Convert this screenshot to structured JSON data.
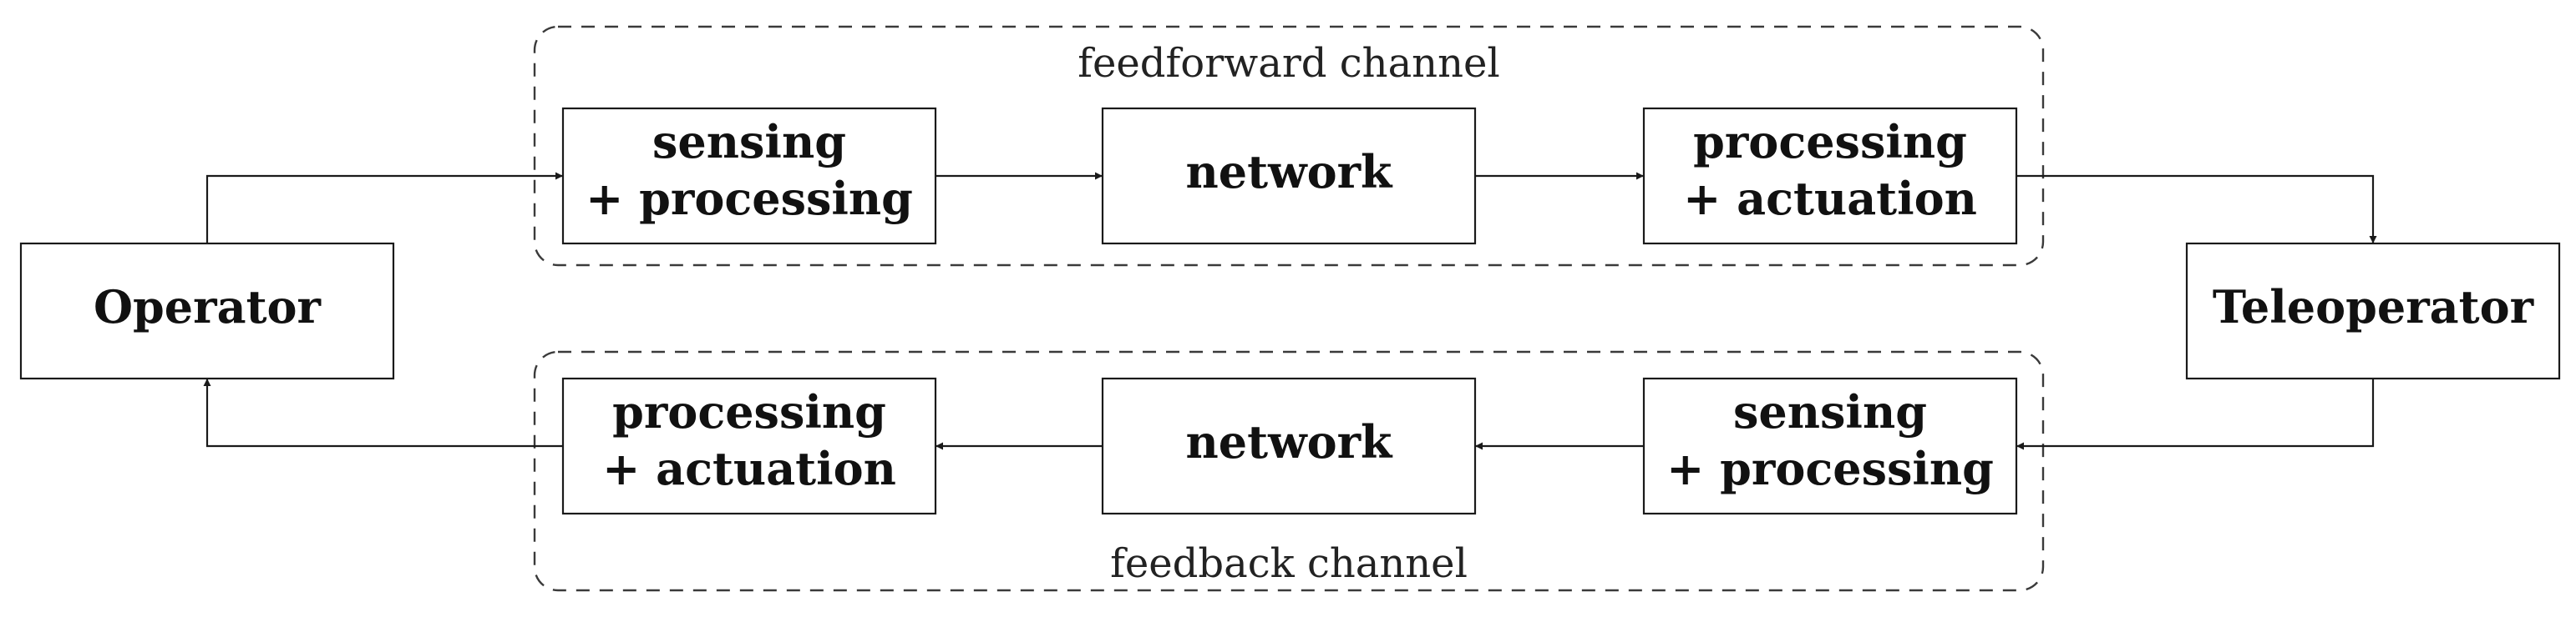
{
  "groups": {
    "feedforward": {
      "label": "feedforward channel"
    },
    "feedback": {
      "label": "feedback channel"
    }
  },
  "nodes": {
    "operator": {
      "label": "Operator"
    },
    "teleoperator": {
      "label": "Teleoperator"
    },
    "ff_sensing": {
      "line1": "sensing",
      "line2": "+ processing"
    },
    "ff_network": {
      "label": "network"
    },
    "ff_processing": {
      "line1": "processing",
      "line2": "+ actuation"
    },
    "fb_processing": {
      "line1": "processing",
      "line2": "+ actuation"
    },
    "fb_network": {
      "label": "network"
    },
    "fb_sensing": {
      "line1": "sensing",
      "line2": "+ processing"
    }
  }
}
